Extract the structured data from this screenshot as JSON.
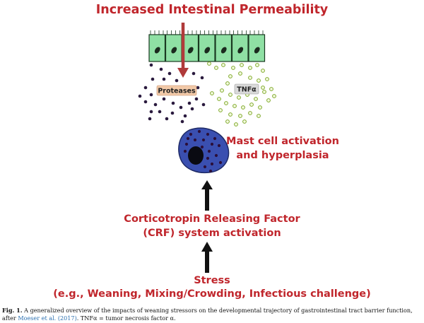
{
  "title": "Increased Intestinal Permeability",
  "labels": {
    "proteases": "Proteases",
    "tnf": "TNFα",
    "mast_line1": "Mast cell activation",
    "mast_line2": "and hyperplasia",
    "crf_line1": "Corticotropin Releasing Factor",
    "crf_line2": "(CRF) system activation",
    "stress_line1": "Stress",
    "stress_line2": "(e.g., Weaning, Mixing/Crowding, Infectious challenge)"
  },
  "caption": {
    "label": "Fig. 1.",
    "text_before": "A generalized overview of the impacts of weaning stressors on the developmental trajectory of gastrointestinal tract barrier function, after",
    "reference": "Moeser et al. (2017)",
    "text_after": ". TNFα = tumor necrosis factor α."
  },
  "colors": {
    "title_red": "#c0262c",
    "epithelium_green": "#8fe0a4",
    "protease_dot": "#2a1a3e",
    "tnf_dot": "#a8d44a",
    "mast_cell_blue": "#3a4fb0",
    "label_box_protease": "#f2c9a8",
    "label_box_tnf": "#d9d9d9"
  }
}
